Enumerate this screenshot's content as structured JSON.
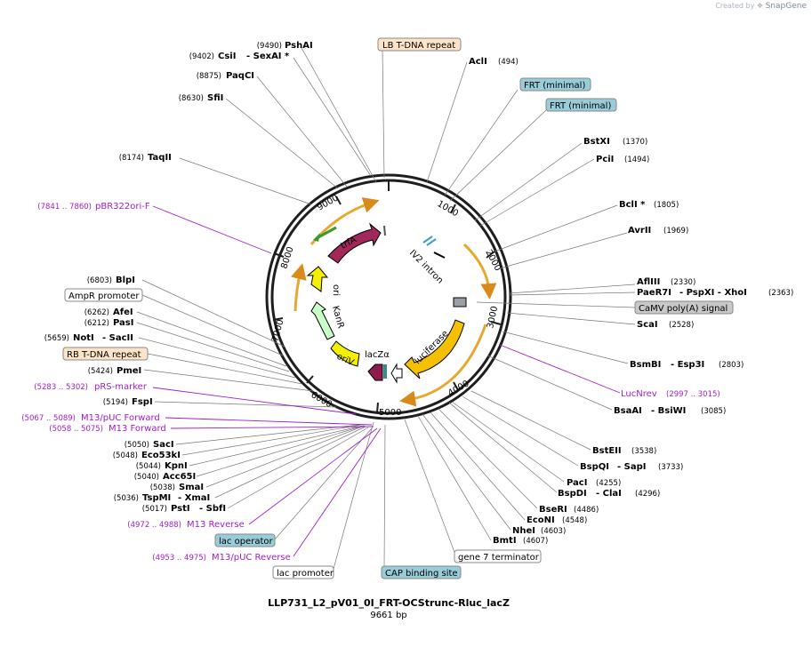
{
  "plasmid": {
    "name": "LLP731_L2_pV01_0I_FRT-OCStrunc-Rluc_lacZ",
    "length_label": "9661 bp",
    "total_bp": 9661
  },
  "credit": {
    "prefix": "Created by",
    "brand": "SnapGene"
  },
  "ticks": [
    "1000",
    "2000",
    "3000",
    "4000",
    "5000",
    "6000",
    "7000",
    "8000",
    "9000"
  ],
  "sites": [
    {
      "pos": "(9490)",
      "name": "PshAI"
    },
    {
      "pos": "(9402)",
      "name": "CsiI",
      "extra": "- SexAI *"
    },
    {
      "pos": "(8875)",
      "name": "PaqCI"
    },
    {
      "pos": "(8630)",
      "name": "SfiI"
    },
    {
      "pos": "(8174)",
      "name": "TaqII"
    },
    {
      "name": "AclI",
      "pos": "(494)"
    },
    {
      "name": "BstXI",
      "pos": "(1370)"
    },
    {
      "name": "PciI",
      "pos": "(1494)"
    },
    {
      "name": "BclI *",
      "pos": "(1805)"
    },
    {
      "name": "AvrII",
      "pos": "(1969)"
    },
    {
      "name": "AflIII",
      "pos": "(2330)"
    },
    {
      "name": "PaeR7I",
      "extra": "- PspXI  - XhoI",
      "pos": "(2363)"
    },
    {
      "name": "ScaI",
      "pos": "(2528)"
    },
    {
      "name": "BsmBI",
      "extra": "- Esp3I",
      "pos": "(2803)"
    },
    {
      "name": "BsaAI",
      "extra": "- BsiWI",
      "pos": "(3085)"
    },
    {
      "name": "BstEII",
      "pos": "(3538)"
    },
    {
      "name": "BspQI",
      "extra": "- SapI",
      "pos": "(3733)"
    },
    {
      "name": "PacI",
      "pos": "(4255)"
    },
    {
      "name": "BspDI",
      "extra": "- ClaI",
      "pos": "(4296)"
    },
    {
      "name": "BseRI",
      "pos": "(4486)"
    },
    {
      "name": "EcoNI",
      "pos": "(4548)"
    },
    {
      "name": "NheI",
      "pos": "(4603)"
    },
    {
      "name": "BmtI",
      "pos": "(4607)"
    },
    {
      "pos": "(6803)",
      "name": "BlpI"
    },
    {
      "pos": "(6262)",
      "name": "AfeI"
    },
    {
      "pos": "(6212)",
      "name": "PasI"
    },
    {
      "pos": "(5659)",
      "name": "NotI",
      "extra": "- SacII"
    },
    {
      "pos": "(5424)",
      "name": "PmeI"
    },
    {
      "pos": "(5194)",
      "name": "FspI"
    },
    {
      "pos": "(5050)",
      "name": "SacI"
    },
    {
      "pos": "(5048)",
      "name": "Eco53kI"
    },
    {
      "pos": "(5044)",
      "name": "KpnI"
    },
    {
      "pos": "(5040)",
      "name": "Acc65I"
    },
    {
      "pos": "(5038)",
      "name": "SmaI"
    },
    {
      "pos": "(5036)",
      "name": "TspMI",
      "extra": "- XmaI"
    },
    {
      "pos": "(5017)",
      "name": "PstI",
      "extra": "- SbfI"
    }
  ],
  "primers": [
    {
      "range": "(7841 .. 7860)",
      "name": "pBR322ori-F"
    },
    {
      "range": "(5283 .. 5302)",
      "name": "pRS-marker"
    },
    {
      "range": "(5067 .. 5089)",
      "name": "M13/pUC Forward"
    },
    {
      "range": "(5058 .. 5075)",
      "name": "M13 Forward"
    },
    {
      "range": "(4972 .. 4988)",
      "name": "M13 Reverse"
    },
    {
      "range": "(4953 .. 4975)",
      "name": "M13/pUC Reverse"
    },
    {
      "name": "LucNrev",
      "range": "(2997 .. 3015)"
    }
  ],
  "feature_boxes": [
    {
      "label": "LB T-DNA repeat",
      "color": "#fde3c8"
    },
    {
      "label": "FRT (minimal)",
      "color": "#98ccd8"
    },
    {
      "label": "FRT (minimal)",
      "color": "#98ccd8"
    },
    {
      "label": "CaMV poly(A) signal",
      "color": "#c8c8c8"
    },
    {
      "label": "AmpR promoter",
      "color": "#ffffff"
    },
    {
      "label": "RB T-DNA repeat",
      "color": "#fde3c8"
    },
    {
      "label": "lac operator",
      "color": "#98ccd8"
    },
    {
      "label": "lac promoter",
      "color": "#ffffff"
    },
    {
      "label": "CAP binding site",
      "color": "#98ccd8"
    },
    {
      "label": "gene 7 terminator",
      "color": "#ffffff"
    }
  ],
  "inner_features": [
    {
      "label": "trfA",
      "color": "#a0285a"
    },
    {
      "label": "IV2 intron"
    },
    {
      "label": "luciferase",
      "color": "#f5c000"
    },
    {
      "label": "lacZα",
      "color": "#8c1c4c"
    },
    {
      "label": "oriV",
      "color": "#f5f000"
    },
    {
      "label": "KanR",
      "color": "#c8ffc8"
    },
    {
      "label": "ori",
      "color": "#f5f000"
    }
  ]
}
